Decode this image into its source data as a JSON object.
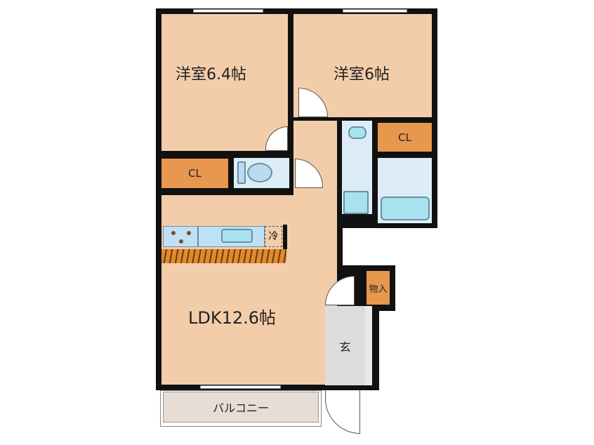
{
  "rooms": {
    "bedroom1": "洋室6.4帖",
    "bedroom2": "洋室6帖",
    "closet1": "CL",
    "closet2": "CL",
    "ldk": "LDK12.6帖",
    "storage": "物入",
    "entrance": "玄",
    "balcony": "バルコニー",
    "fridge": "冷"
  },
  "colors": {
    "floor": "#f3cdaa",
    "closet": "#e8974f",
    "wet": "#dcedf8",
    "wall": "#111111"
  }
}
